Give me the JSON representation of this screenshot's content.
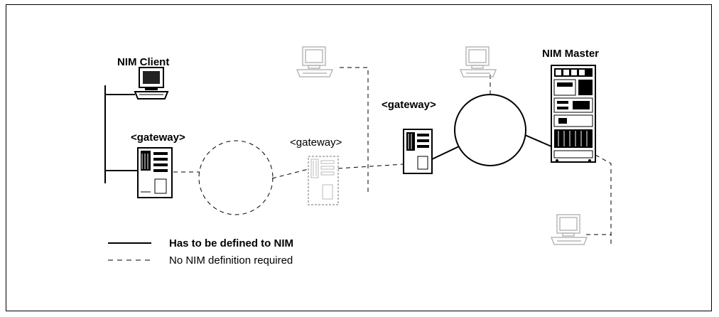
{
  "labels": {
    "nim_client": "NIM Client",
    "nim_master": "NIM Master",
    "gateway_client": "<gateway>",
    "gateway_middle": "<gateway>",
    "gateway_right": "<gateway>"
  },
  "legend": {
    "solid": "Has to be defined to NIM",
    "dashed": "No NIM definition required"
  },
  "colors": {
    "line": "#000000",
    "faded_device": "#b8b8b8",
    "background": "#ffffff"
  }
}
